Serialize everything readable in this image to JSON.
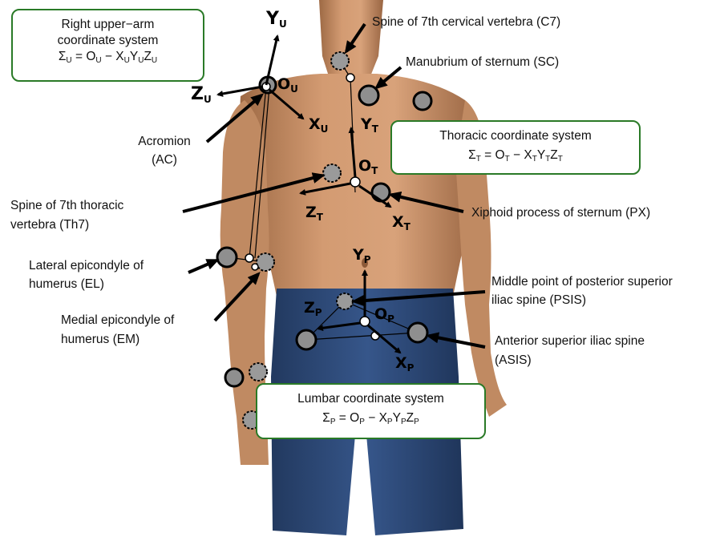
{
  "colors": {
    "box_border": "#2a7a27",
    "skin": "#c79066",
    "shorts": "#2c4a7c",
    "marker_fill": "#8f8f8f",
    "line": "#000000"
  },
  "boxes": {
    "upper_arm": {
      "line1": "Right upper−arm",
      "line2": "coordinate system",
      "eq_sigma": "Σ",
      "eq_sigma_sub": "U",
      "eq_o": "O",
      "eq_o_sub": "U",
      "eq_rest": " = ",
      "eq_x": "X",
      "eq_x_sub": "U",
      "eq_y": "Y",
      "eq_y_sub": "U",
      "eq_z": "Z",
      "eq_z_sub": "U"
    },
    "thoracic": {
      "line1": "Thoracic coordinate system",
      "eq_sigma": "Σ",
      "eq_sigma_sub": "T",
      "eq_o": "O",
      "eq_o_sub": "T",
      "eq_x": "X",
      "eq_x_sub": "T",
      "eq_y": "Y",
      "eq_y_sub": "T",
      "eq_z": "Z",
      "eq_z_sub": "T"
    },
    "lumbar": {
      "line1": "Lumbar coordinate system",
      "eq_sigma": "Σ",
      "eq_sigma_sub": "P",
      "eq_o": "O",
      "eq_o_sub": "P",
      "eq_x": "X",
      "eq_x_sub": "P",
      "eq_y": "Y",
      "eq_y_sub": "P",
      "eq_z": "Z",
      "eq_z_sub": "P"
    }
  },
  "labels": {
    "c7": "Spine of 7th cervical vertebra (C7)",
    "sc": "Manubrium of sternum (SC)",
    "ac_1": "Acromion",
    "ac_2": "(AC)",
    "th7_1": "Spine of 7th thoracic",
    "th7_2": "vertebra (Th7)",
    "px": "Xiphoid process of sternum (PX)",
    "el_1": "Lateral epicondyle of",
    "el_2": "humerus (EL)",
    "em_1": "Medial epicondyle of",
    "em_2": "humerus (EM)",
    "psis_1": "Middle point of posterior superior",
    "psis_2": "iliac spine (PSIS)",
    "asis_1": "Anterior superior iliac spine",
    "asis_2": "(ASIS)"
  },
  "axes": {
    "yu": "Y",
    "yu_sub": "U",
    "ou": "O",
    "ou_sub": "U",
    "zu": "Z",
    "zu_sub": "U",
    "xu": "X",
    "xu_sub": "U",
    "yt": "Y",
    "yt_sub": "T",
    "ot": "O",
    "ot_sub": "T",
    "zt": "Z",
    "zt_sub": "T",
    "xt": "X",
    "xt_sub": "T",
    "yp": "Y",
    "yp_sub": "P",
    "op": "O",
    "op_sub": "P",
    "zp": "Z",
    "zp_sub": "P",
    "xp": "X",
    "xp_sub": "P"
  }
}
